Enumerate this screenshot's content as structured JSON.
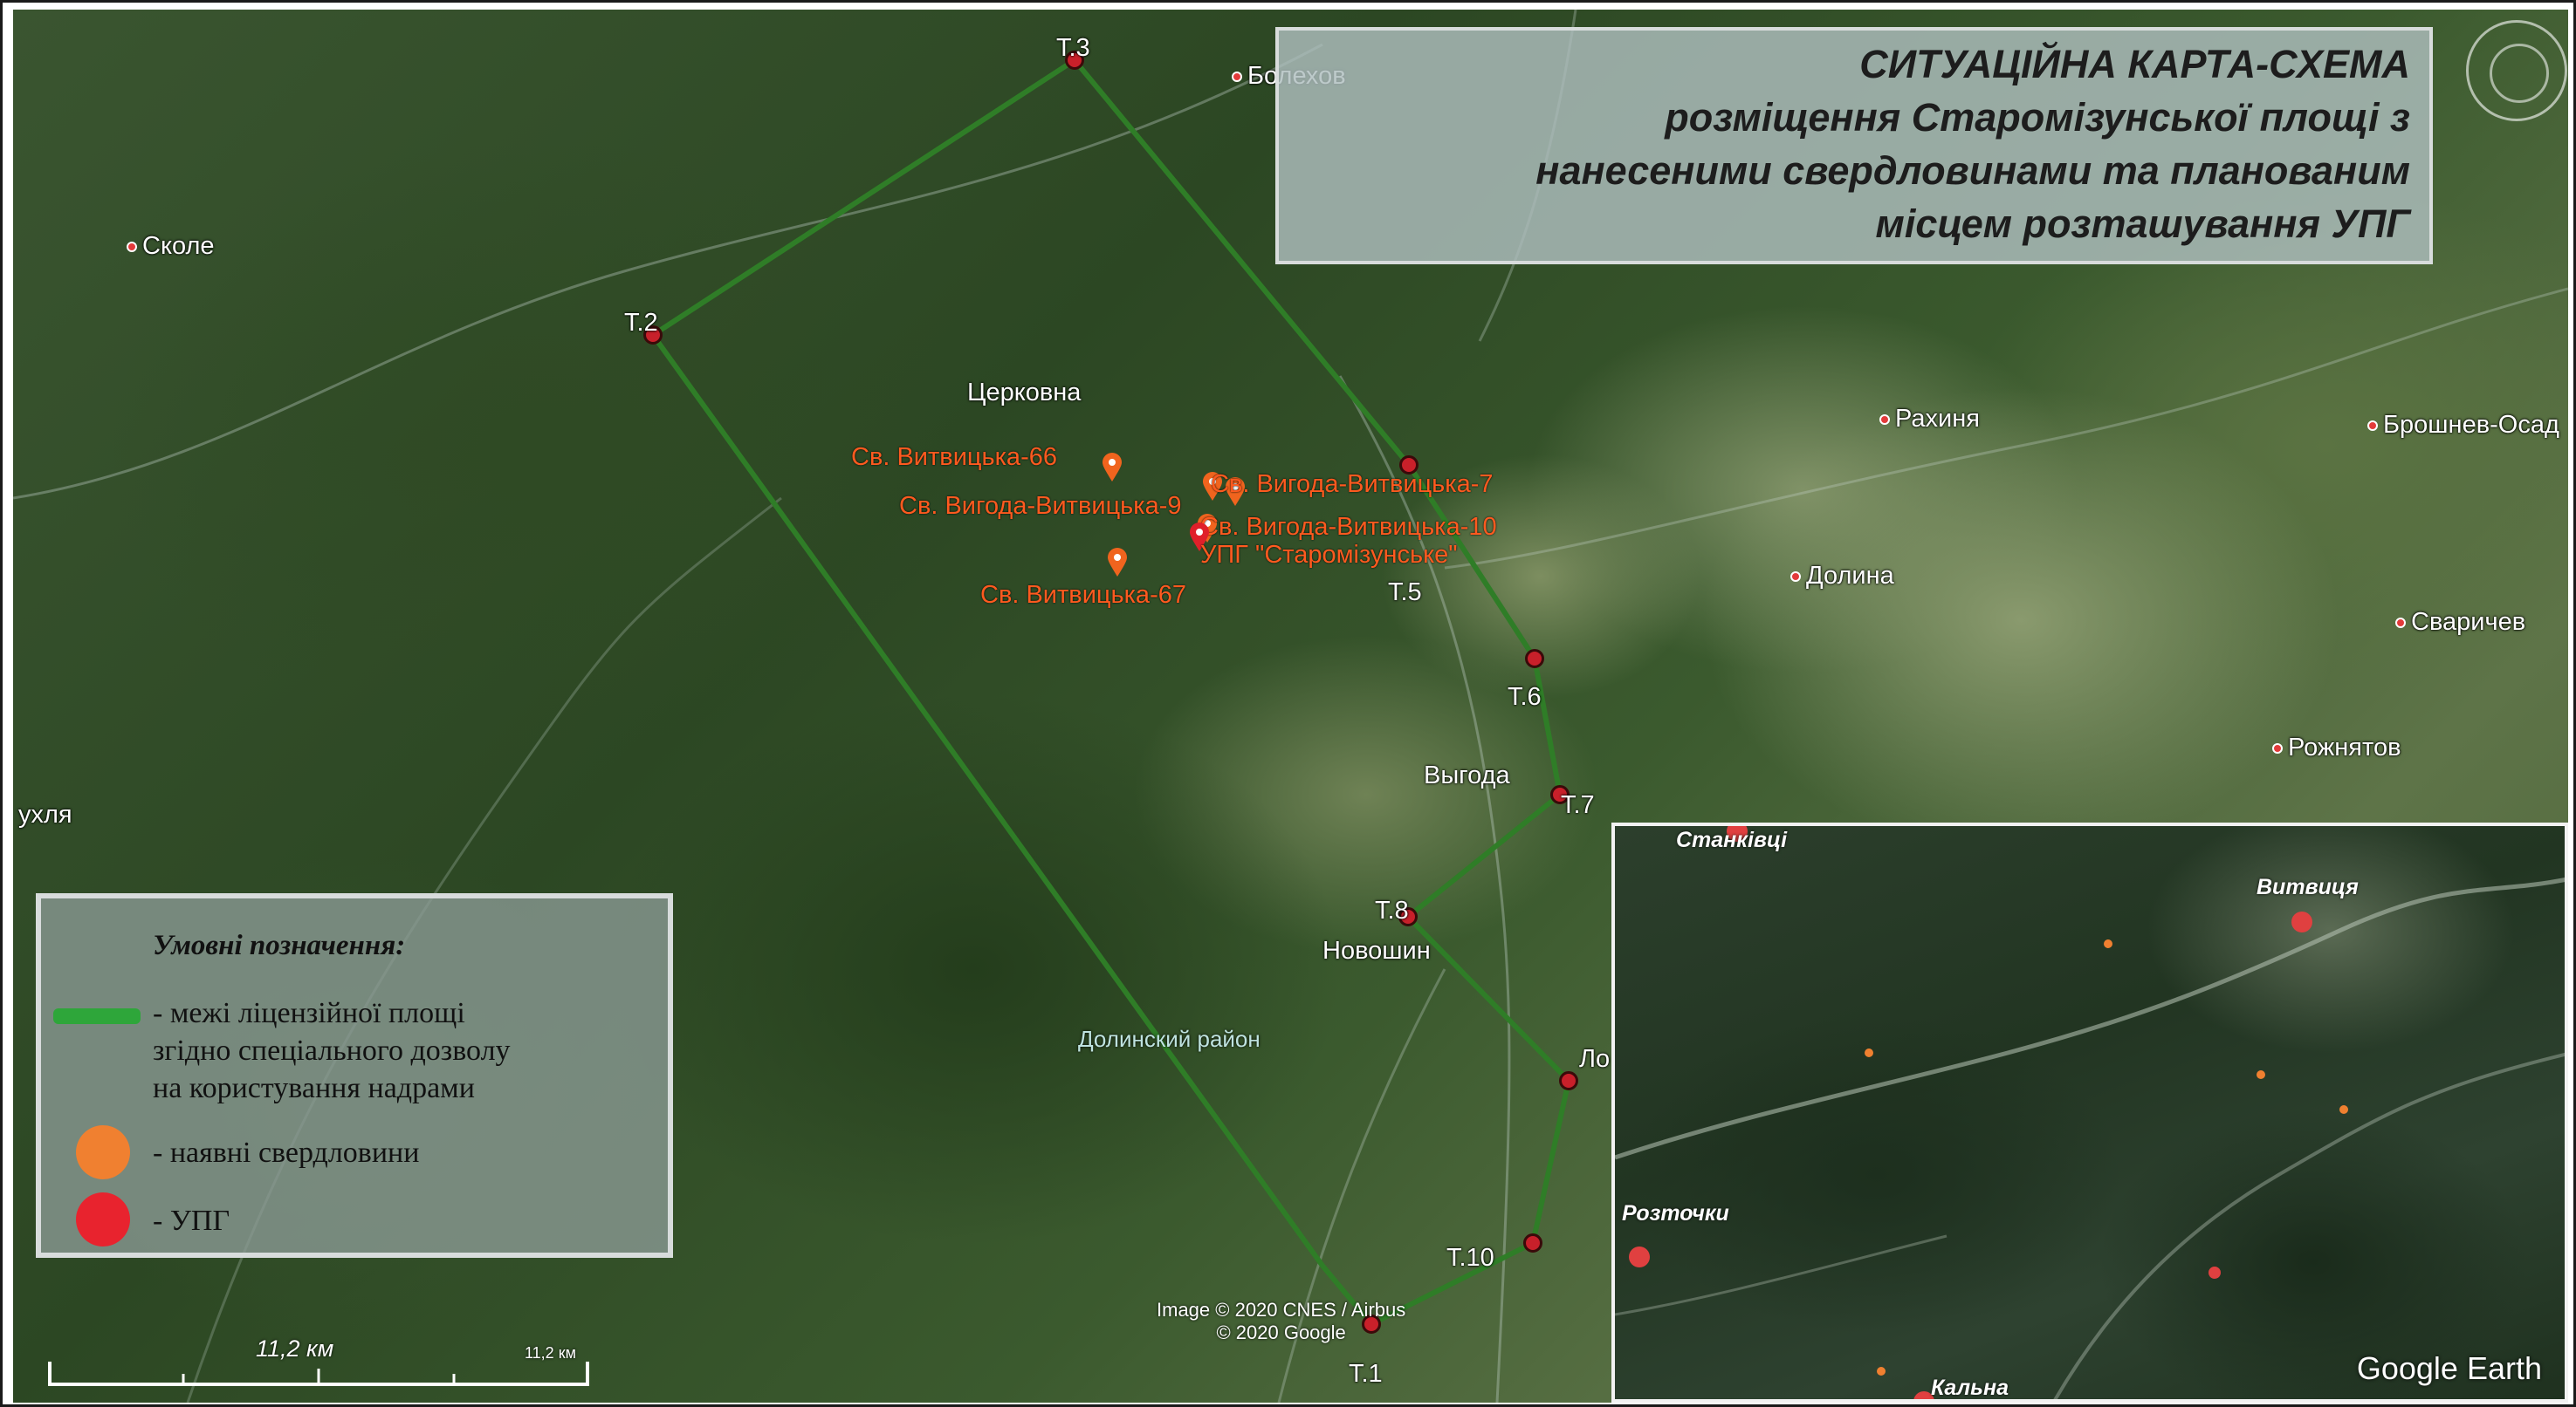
{
  "title": {
    "lines": [
      "СИТУАЦІЙНА КАРТА-СХЕМА",
      "розміщення Старомізунської площі   з",
      "нанесеними   свердловинами та планованим",
      "місцем розташування УПГ"
    ]
  },
  "places": {
    "bolekhov": "Болехов",
    "skole": "Сколе",
    "tserkovna": "Церковна",
    "rakhynia": "Рахиня",
    "broshniv": "Брошнев-Осад",
    "dolyna": "Долина",
    "svarychiv": "Сваричев",
    "rozhniatov": "Рожнятов",
    "vyhoda": "Выгода",
    "novoshyn": "Новошин",
    "ukhlia": "ухля",
    "lo": "Ло",
    "district": "Долинский район"
  },
  "boundary_points": {
    "t1": "Т.1",
    "t2": "Т.2",
    "t3": "Т.3",
    "t5": "Т.5",
    "t6": "Т.6",
    "t7": "Т.7",
    "t8": "Т.8",
    "t10": "Т.10"
  },
  "wells": {
    "w66": "Св. Витвицька-66",
    "w9": "Св. Вигода-Витвицька-9",
    "w7": "Св. Вигода-Витвицька-7",
    "w10": "Св. Вигода-Витвицька-10",
    "upg": "УПГ \"Старомізунське\"",
    "w67": "Св. Витвицька-67"
  },
  "legend": {
    "title": "Умовні позначення:",
    "boundary_line1": "- межі ліцензійної площі",
    "boundary_line2": "згідно спеціального дозволу",
    "boundary_line3": "на користування надрами",
    "wells": "- наявні свердловини",
    "upg": "- УПГ",
    "boundary_color": "#2ea63a",
    "wells_color": "#f08030",
    "upg_color": "#e8232e"
  },
  "inset": {
    "stankivtsi": "Станківці",
    "vytvytsia": "Витвиця",
    "roztochky": "Розточки",
    "kalna": "Кальна"
  },
  "credits": {
    "line1": "Image © 2020 CNES / Airbus",
    "line2": "© 2020 Google"
  },
  "scale": {
    "label": "11,2 км",
    "tick_label": "11,2 км"
  },
  "brand": "Google Earth",
  "colors": {
    "boundary": "#2f7d27",
    "point_marker": "#c8202a",
    "well_label": "#ff5a1f"
  }
}
